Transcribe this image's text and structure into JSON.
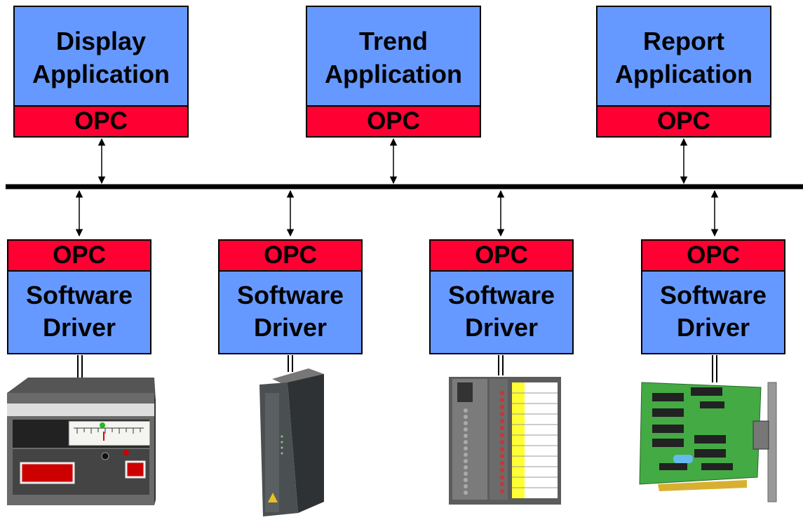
{
  "applications": [
    {
      "title": "Display Application",
      "opc": "OPC"
    },
    {
      "title": "Trend Application",
      "opc": "OPC"
    },
    {
      "title": "Report Application",
      "opc": "OPC"
    }
  ],
  "drivers": [
    {
      "title": "Software Driver",
      "opc": "OPC",
      "device": "panel-meter-device"
    },
    {
      "title": "Software Driver",
      "opc": "OPC",
      "device": "controller-module-device"
    },
    {
      "title": "Software Driver",
      "opc": "OPC",
      "device": "io-module-device"
    },
    {
      "title": "Software Driver",
      "opc": "OPC",
      "device": "circuit-board-device"
    }
  ],
  "colors": {
    "box": "#6699ff",
    "opc": "#ff0033",
    "bus": "#000000"
  }
}
